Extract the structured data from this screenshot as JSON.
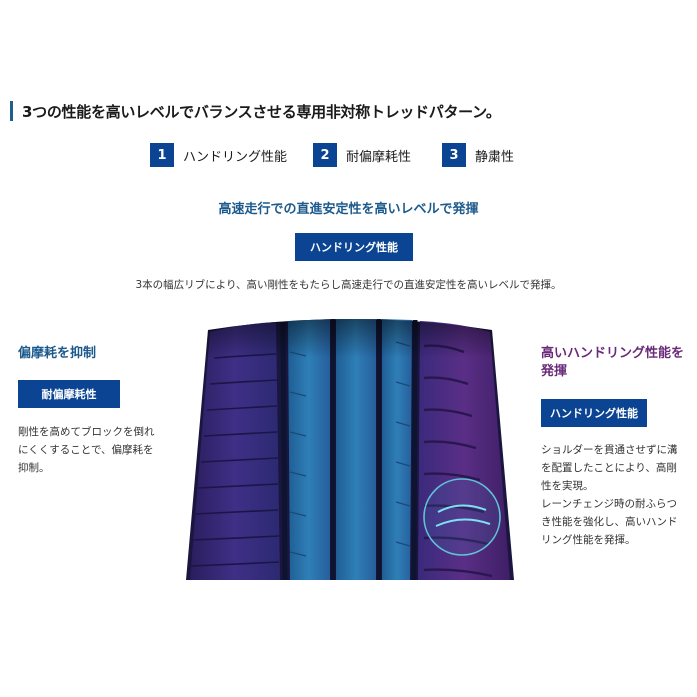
{
  "heading": "3つの性能を高いレベルでバランスさせる専用非対称トレッドパターン。",
  "features": [
    {
      "num": "1",
      "label": "ハンドリング性能"
    },
    {
      "num": "2",
      "label": "耐偏摩耗性"
    },
    {
      "num": "3",
      "label": "静粛性"
    }
  ],
  "center": {
    "title": "高速走行での直進安定性を高いレベルで発揮",
    "tag": "ハンドリング性能",
    "description": "3本の幅広リブにより、高い剛性をもたらし高速走行での直進安定性を高いレベルで発揮。"
  },
  "left": {
    "title": "偏摩耗を抑制",
    "tag": "耐偏摩耗性",
    "lines": [
      "剛性を高めてブロックを倒れ",
      "にくくすることで、偏摩耗を",
      "抑制。"
    ]
  },
  "right": {
    "title_lines": [
      "高いハンドリング性能を",
      "発揮"
    ],
    "tag": "ハンドリング性能",
    "lines": [
      "ショルダーを貫通させずに溝",
      "を配置したことにより、高剛",
      "性を実現。",
      "レーンチェンジ時の耐ふらつ",
      "き性能を強化し、高いハンド",
      "リング性能を発揮。"
    ]
  },
  "colors": {
    "accent_blue": "#0a4493",
    "left_title": "#1d5a8c",
    "right_title": "#6a2a7a",
    "tread_left": "#3f2f86",
    "tread_center": "#2f78ad",
    "tread_right": "#5a2e86"
  },
  "icons": [
    "tire-tread-image",
    "highlight-circle-icon"
  ]
}
